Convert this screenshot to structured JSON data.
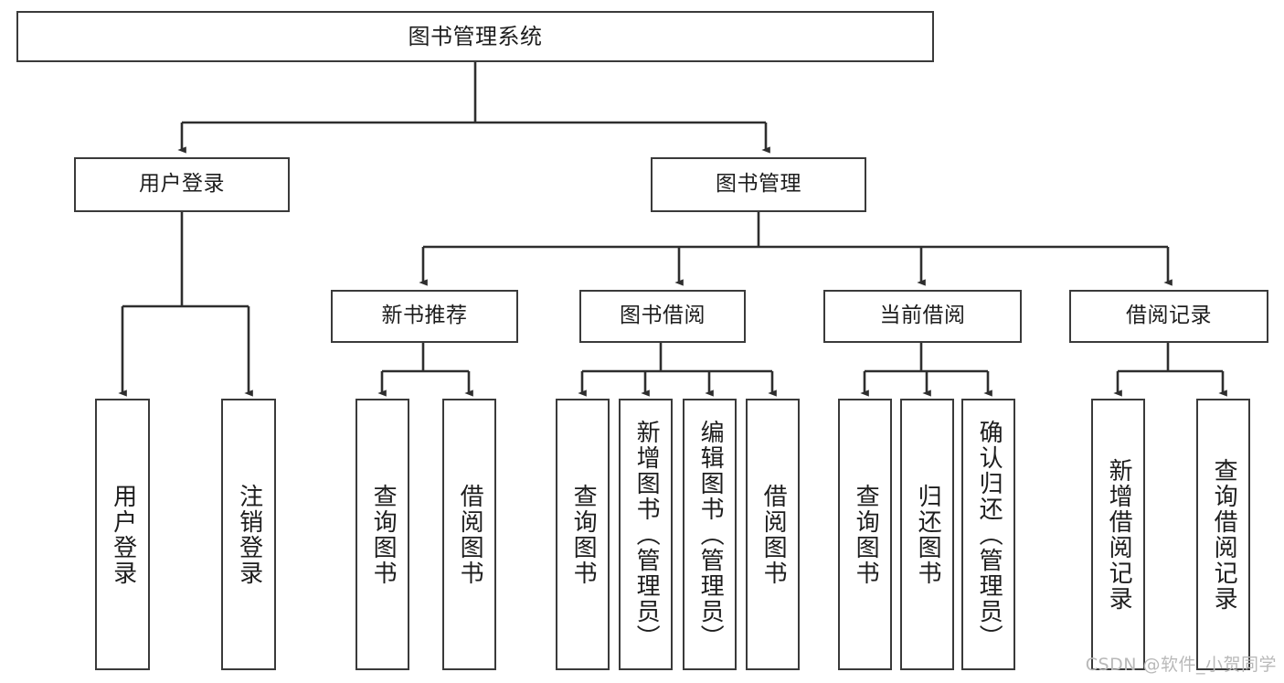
{
  "diagram": {
    "title": "图书管理系统",
    "type": "功能结构图",
    "watermark": "CSDN @软件_小贺同学",
    "colors": {
      "box_border": "#3a3a3a",
      "box_fill": "#ffffff",
      "edge": "#2e2e2e",
      "text": "#1d1d1d",
      "background": "#ffffff",
      "watermark": "#b9b9b9"
    },
    "levels": {
      "root": "图书管理系统",
      "level2": [
        "用户登录",
        "图书管理"
      ],
      "level3": [
        "新书推荐",
        "图书借阅",
        "当前借阅",
        "借阅记录"
      ]
    },
    "nodes": {
      "root": {
        "label": "图书管理系统"
      },
      "user_login": {
        "label": "用户登录"
      },
      "book_manage": {
        "label": "图书管理"
      },
      "new_book_rec": {
        "label": "新书推荐"
      },
      "book_borrow": {
        "label": "图书借阅"
      },
      "current_borrow": {
        "label": "当前借阅"
      },
      "borrow_record": {
        "label": "借阅记录"
      },
      "leaf_user_login": {
        "label": "用户登录"
      },
      "leaf_logout": {
        "label": "注销登录"
      },
      "leaf_query_book_a": {
        "label": "查询图书"
      },
      "leaf_borrow_book_a": {
        "label": "借阅图书"
      },
      "leaf_query_book_b": {
        "label": "查询图书"
      },
      "leaf_add_book": {
        "label": "新增图书（管理员）"
      },
      "leaf_edit_book": {
        "label": "编辑图书（管理员）"
      },
      "leaf_borrow_book_b": {
        "label": "借阅图书"
      },
      "leaf_query_book_c": {
        "label": "查询图书"
      },
      "leaf_return_book": {
        "label": "归还图书"
      },
      "leaf_confirm_return": {
        "label": "确认归还（管理员）"
      },
      "leaf_add_record": {
        "label": "新增借阅记录"
      },
      "leaf_query_record": {
        "label": "查询借阅记录"
      }
    },
    "edges": [
      {
        "from": "root",
        "to": "user_login"
      },
      {
        "from": "root",
        "to": "book_manage"
      },
      {
        "from": "book_manage",
        "to": "new_book_rec"
      },
      {
        "from": "book_manage",
        "to": "book_borrow"
      },
      {
        "from": "book_manage",
        "to": "current_borrow"
      },
      {
        "from": "book_manage",
        "to": "borrow_record"
      },
      {
        "from": "user_login",
        "to": "leaf_user_login"
      },
      {
        "from": "user_login",
        "to": "leaf_logout"
      },
      {
        "from": "new_book_rec",
        "to": "leaf_query_book_a"
      },
      {
        "from": "new_book_rec",
        "to": "leaf_borrow_book_a"
      },
      {
        "from": "book_borrow",
        "to": "leaf_query_book_b"
      },
      {
        "from": "book_borrow",
        "to": "leaf_add_book"
      },
      {
        "from": "book_borrow",
        "to": "leaf_edit_book"
      },
      {
        "from": "book_borrow",
        "to": "leaf_borrow_book_b"
      },
      {
        "from": "current_borrow",
        "to": "leaf_query_book_c"
      },
      {
        "from": "current_borrow",
        "to": "leaf_return_book"
      },
      {
        "from": "current_borrow",
        "to": "leaf_confirm_return"
      },
      {
        "from": "borrow_record",
        "to": "leaf_add_record"
      },
      {
        "from": "borrow_record",
        "to": "leaf_query_record"
      }
    ]
  }
}
